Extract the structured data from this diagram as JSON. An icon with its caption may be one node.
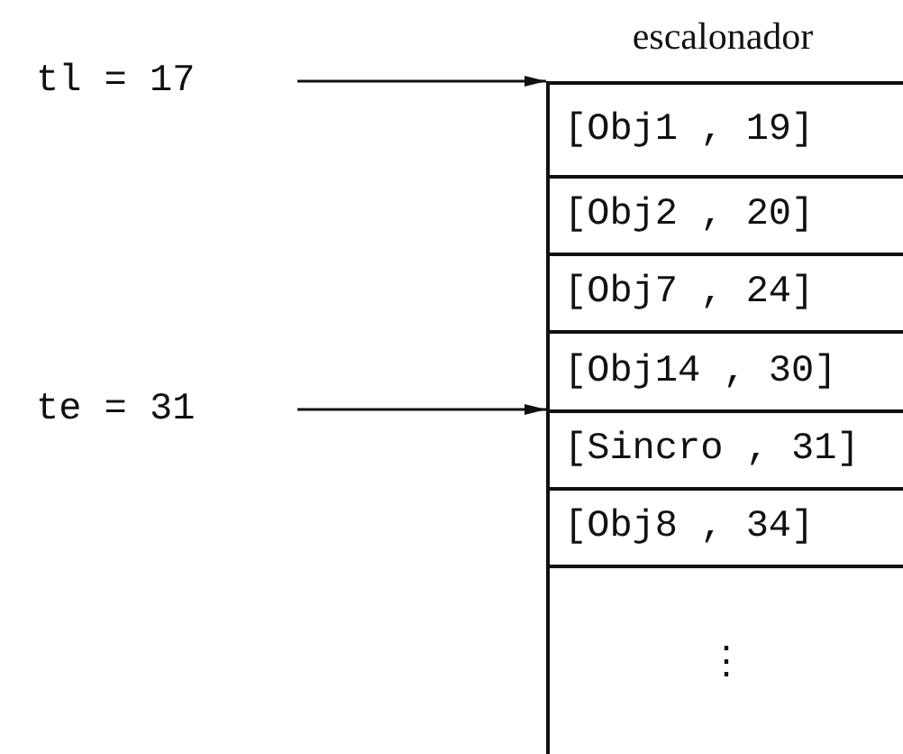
{
  "diagram": {
    "nodes": [
      {
        "text": [
          "tl = 17"
        ]
      },
      {
        "text": [
          "te = 31"
        ]
      },
      {
        "text": [
          "escalonador"
        ]
      },
      {
        "text": [
          "[Obj1 , 19]"
        ],
        "in": 2
      },
      {
        "text": [
          "[Obj2 , 20]"
        ],
        "in": 2
      },
      {
        "text": [
          "[Obj7 , 24]"
        ],
        "in": 2
      },
      {
        "text": [
          "[Obj14 , 30]"
        ],
        "in": 2
      },
      {
        "text": [
          "[Sincro , 31]"
        ],
        "in": 2
      },
      {
        "text": [
          "[Obj8 , 34]"
        ],
        "in": 2
      },
      {
        "text": [
          "⋮"
        ],
        "in": 2
      }
    ],
    "edges": [
      {
        "from": 0,
        "to": 2,
        "arrow": "to"
      },
      {
        "from": 1,
        "to": 2,
        "arrow": "to"
      }
    ]
  }
}
